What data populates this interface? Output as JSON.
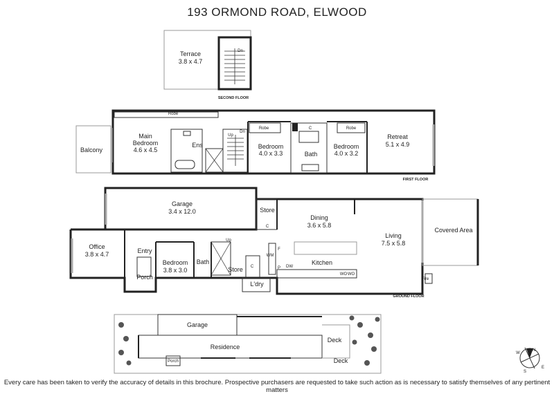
{
  "title": "193 ORMOND ROAD, ELWOOD",
  "floors": {
    "second": "SECOND FLOOR",
    "first": "FIRST FLOOR",
    "ground": "GROUND FLOOR"
  },
  "rooms": {
    "terrace": {
      "name": "Terrace",
      "dim": "3.8 x 4.7"
    },
    "dn_second": "Dn",
    "robe_main": "Robe",
    "main_bedroom": {
      "name": "Main\nBedroom",
      "name1": "Main",
      "name2": "Bedroom",
      "dim": "4.6 x 4.5"
    },
    "balcony": "Balcony",
    "ens": "Ens",
    "up_first": "Up",
    "dn_first": "Dn",
    "robe_b2": "Robe",
    "bedroom_2": {
      "name": "Bedroom",
      "dim": "4.0 x 3.3"
    },
    "c_first": "C",
    "bath_first": "Bath",
    "robe_b3": "Robe",
    "bedroom_3": {
      "name": "Bedroom",
      "dim": "4.0 x 3.2"
    },
    "retreat": {
      "name": "Retreat",
      "dim": "5.1 x 4.9"
    },
    "garage": {
      "name": "Garage",
      "dim": "3.4 x 12.0"
    },
    "store_top": "Store",
    "c_garage": "C",
    "dining": {
      "name": "Dining",
      "dim": "3.6 x 5.8"
    },
    "living": {
      "name": "Living",
      "dim": "7.5 x 5.8"
    },
    "covered_area": "Covered Area",
    "office": {
      "name": "Office",
      "dim": "3.8 x 4.7"
    },
    "entry": "Entry",
    "porch": "Porch",
    "bedroom_g": {
      "name": "Bedroom",
      "dim": "3.8 x 3.0"
    },
    "bath_g": "Bath",
    "up_ground": "Up",
    "store_g": "Store",
    "c_g": "C",
    "wm": "WM",
    "f": "F",
    "p": "P",
    "dw": "DW",
    "kitchen": "Kitchen",
    "wo1": "WO",
    "wo2": "WO",
    "fire": "Fire",
    "ldry": "L'dry"
  },
  "site": {
    "garage": "Garage",
    "residence": "Residence",
    "porch": "Porch",
    "deck1": "Deck",
    "deck2": "Deck"
  },
  "compass": {
    "n": "N",
    "e": "E",
    "s": "S",
    "w": "W"
  },
  "disclaimer": "Every care has been taken to verify the accuracy of details in this brochure. Prospective purchasers are requested to take such action as is necessary to satisfy themselves of any pertinent matters"
}
